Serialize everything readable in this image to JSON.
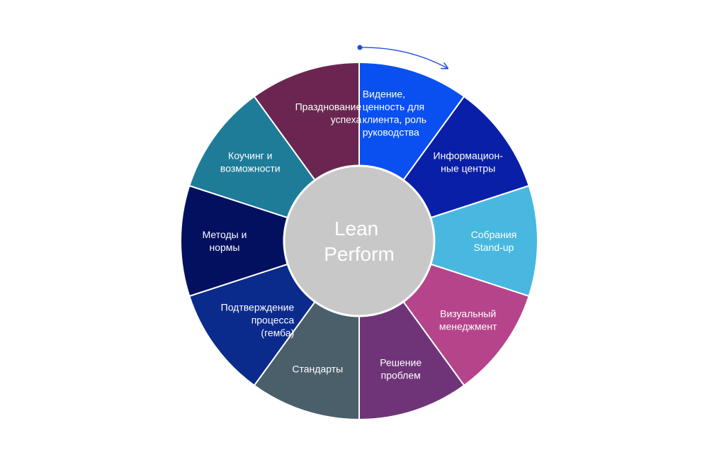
{
  "center": {
    "lines": [
      "Lean",
      "Perform"
    ],
    "color": "#c8c8c8"
  },
  "arrow_color": "#1f4fd8",
  "divider_color": "#ffffff",
  "segments": [
    {
      "lines": [
        "Видение,",
        "ценность для",
        "клиента, роль",
        "руководства"
      ],
      "color": "#0a50f0",
      "align": "start"
    },
    {
      "lines": [
        "Информацион-",
        "ные центры"
      ],
      "color": "#0a1fa8",
      "align": "middle"
    },
    {
      "lines": [
        "Собрания",
        "Stand-up"
      ],
      "color": "#48b8e0",
      "align": "middle"
    },
    {
      "lines": [
        "Визуальный",
        "менеджмент"
      ],
      "color": "#b5448a",
      "align": "middle"
    },
    {
      "lines": [
        "Решение",
        "проблем"
      ],
      "color": "#6f3478",
      "align": "middle"
    },
    {
      "lines": [
        "Стандарты"
      ],
      "color": "#4b5f6b",
      "align": "middle"
    },
    {
      "lines": [
        "Подтверждение",
        "процесса",
        "(гемба)"
      ],
      "color": "#0a2a8c",
      "align": "end"
    },
    {
      "lines": [
        "Методы и",
        "нормы"
      ],
      "color": "#031060",
      "align": "middle"
    },
    {
      "lines": [
        "Коучинг и",
        "возможности"
      ],
      "color": "#1e7c98",
      "align": "middle"
    },
    {
      "lines": [
        "Празднование",
        "успеха"
      ],
      "color": "#6a2650",
      "align": "end"
    }
  ]
}
